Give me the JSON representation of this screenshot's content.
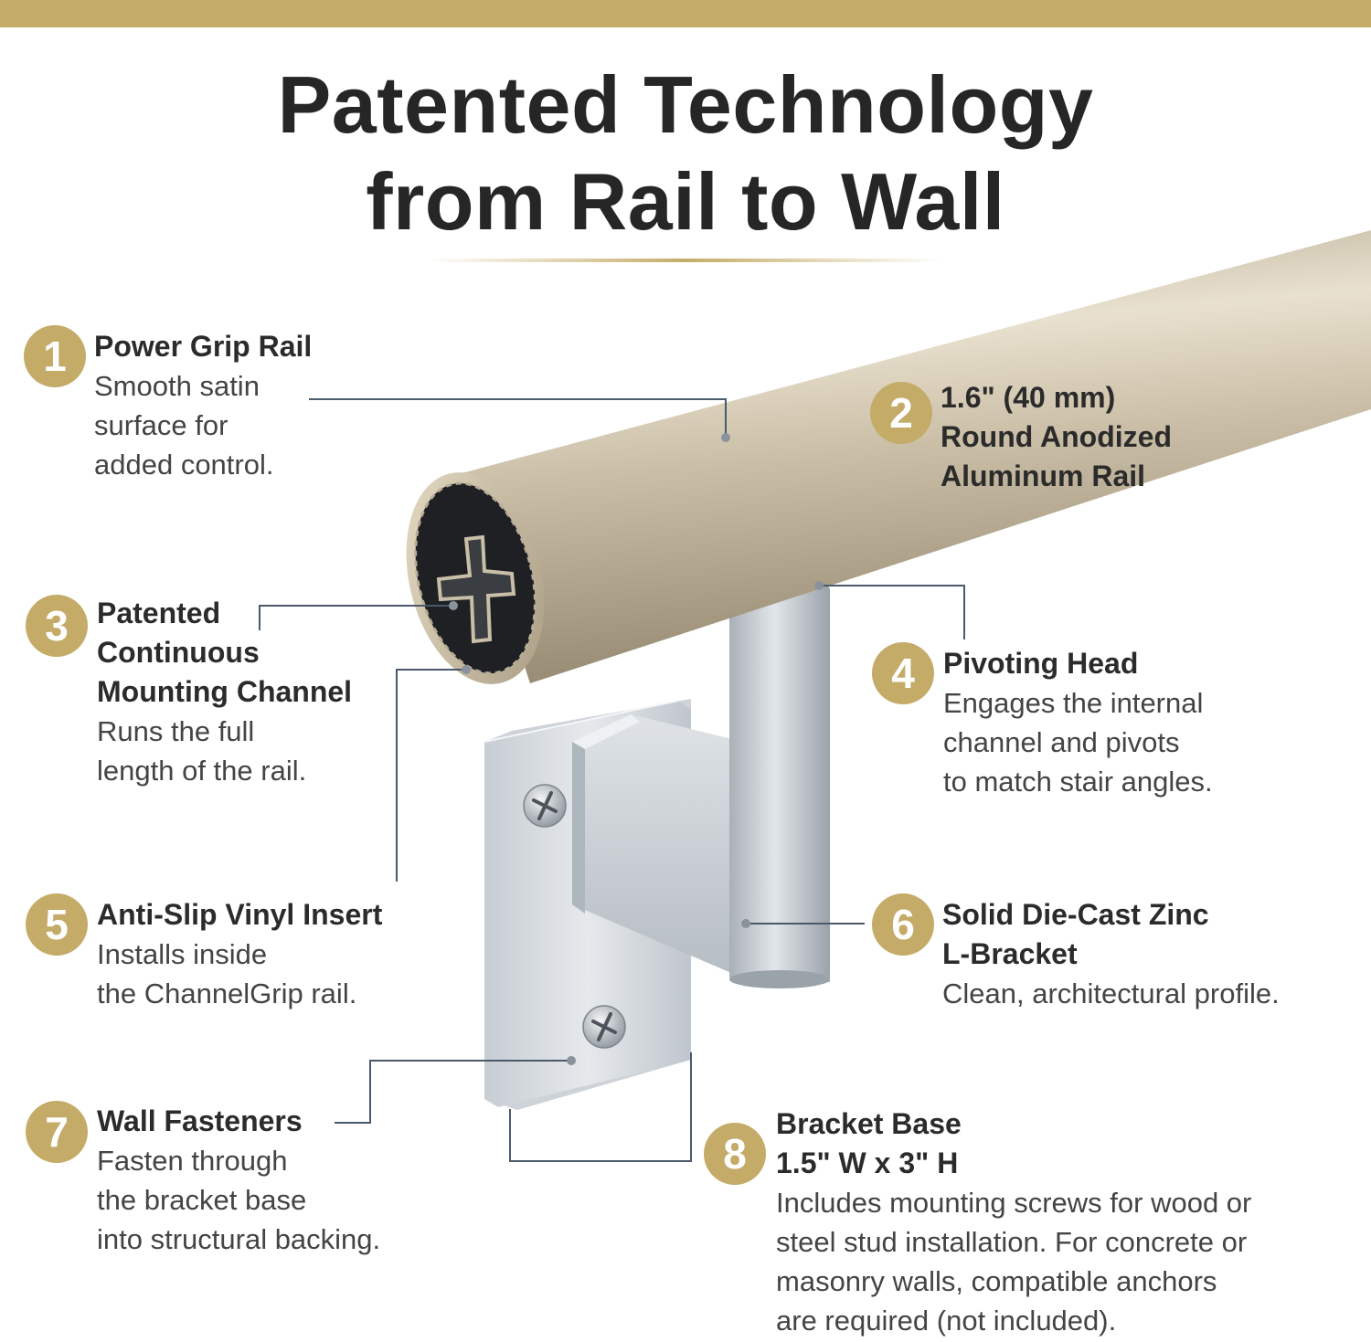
{
  "colors": {
    "gold": "#c4ab68",
    "heading": "#262626",
    "text": "#444444",
    "leader": "#4a5a6a"
  },
  "headline": {
    "line1": "Patented Technology",
    "line2": "from Rail to Wall"
  },
  "features": [
    {
      "number": "1",
      "title": [
        "Power Grip Rail"
      ],
      "desc": [
        "Smooth satin",
        "surface for",
        "added control."
      ]
    },
    {
      "number": "2",
      "title": [
        "1.6\" (40 mm)",
        "Round Anodized",
        "Aluminum Rail"
      ],
      "desc": []
    },
    {
      "number": "3",
      "title": [
        "Patented",
        "Continuous",
        "Mounting Channel"
      ],
      "desc": [
        "Runs the full",
        "length of the rail."
      ]
    },
    {
      "number": "4",
      "title": [
        "Pivoting Head"
      ],
      "desc": [
        "Engages the internal",
        "channel and pivots",
        "to match stair angles."
      ]
    },
    {
      "number": "5",
      "title": [
        "Anti-Slip Vinyl Insert"
      ],
      "desc": [
        "Installs inside",
        "the ChannelGrip rail."
      ]
    },
    {
      "number": "6",
      "title": [
        "Solid Die-Cast Zinc",
        "L-Bracket"
      ],
      "desc": [
        "Clean, architectural profile."
      ]
    },
    {
      "number": "7",
      "title": [
        "Wall Fasteners"
      ],
      "desc": [
        "Fasten through",
        "the bracket base",
        "into structural backing."
      ]
    },
    {
      "number": "8",
      "title": [
        "Bracket Base",
        "1.5\" W x 3\" H"
      ],
      "desc": [
        "Includes mounting screws for wood or",
        "steel stud installation. For concrete or",
        "masonry walls, compatible anchors",
        "are required (not included)."
      ]
    }
  ]
}
